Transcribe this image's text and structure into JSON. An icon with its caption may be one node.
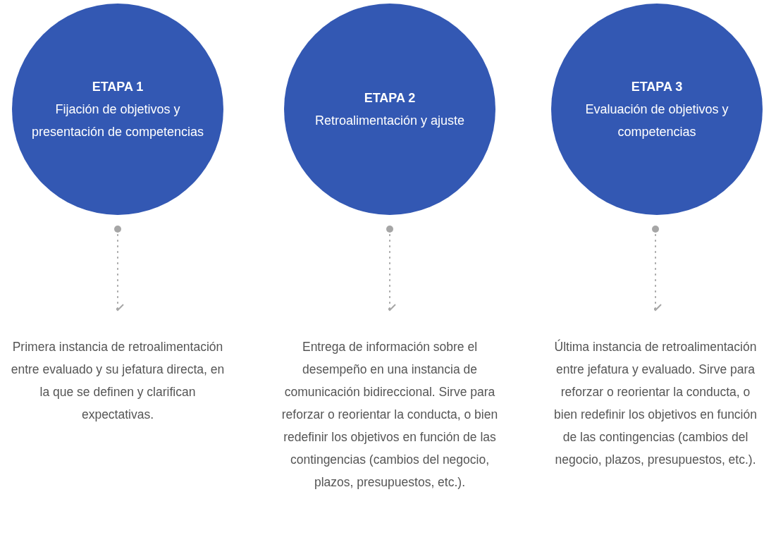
{
  "diagram": {
    "nodes": [
      {
        "text": [
          "ETAPA 1",
          "Fijación de objetivos y presentación de competencias"
        ]
      },
      {
        "text": [
          "ETAPA 2",
          "Retroalimentación y ajuste"
        ]
      },
      {
        "text": [
          "ETAPA 3",
          "Evaluación de objetivos y competencias"
        ]
      },
      {
        "text": [
          "Primera instancia de retroalimentación entre evaluado y su jefatura directa, en la que se definen y clarifican expectativas."
        ]
      },
      {
        "text": [
          "Entrega de información sobre el desempeño en una instancia de comunicación bidireccional. Sirve para reforzar o reorientar la conducta, o bien redefinir los objetivos en función de las contingencias (cambios del negocio, plazos, presupuestos, etc.)."
        ]
      },
      {
        "text": [
          "Última instancia de retroalimentación entre jefatura y evaluado. Sirve para reforzar o reorientar la conducta, o bien redefinir los objetivos en función de las contingencias (cambios del negocio, plazos, presupuestos, etc.)."
        ]
      }
    ],
    "edges": [
      {
        "from": 0,
        "to": 3,
        "arrow": "to",
        "style": "dashed"
      },
      {
        "from": 1,
        "to": 4,
        "arrow": "to",
        "style": "dashed"
      },
      {
        "from": 2,
        "to": 5,
        "arrow": "to",
        "style": "dashed"
      }
    ]
  }
}
